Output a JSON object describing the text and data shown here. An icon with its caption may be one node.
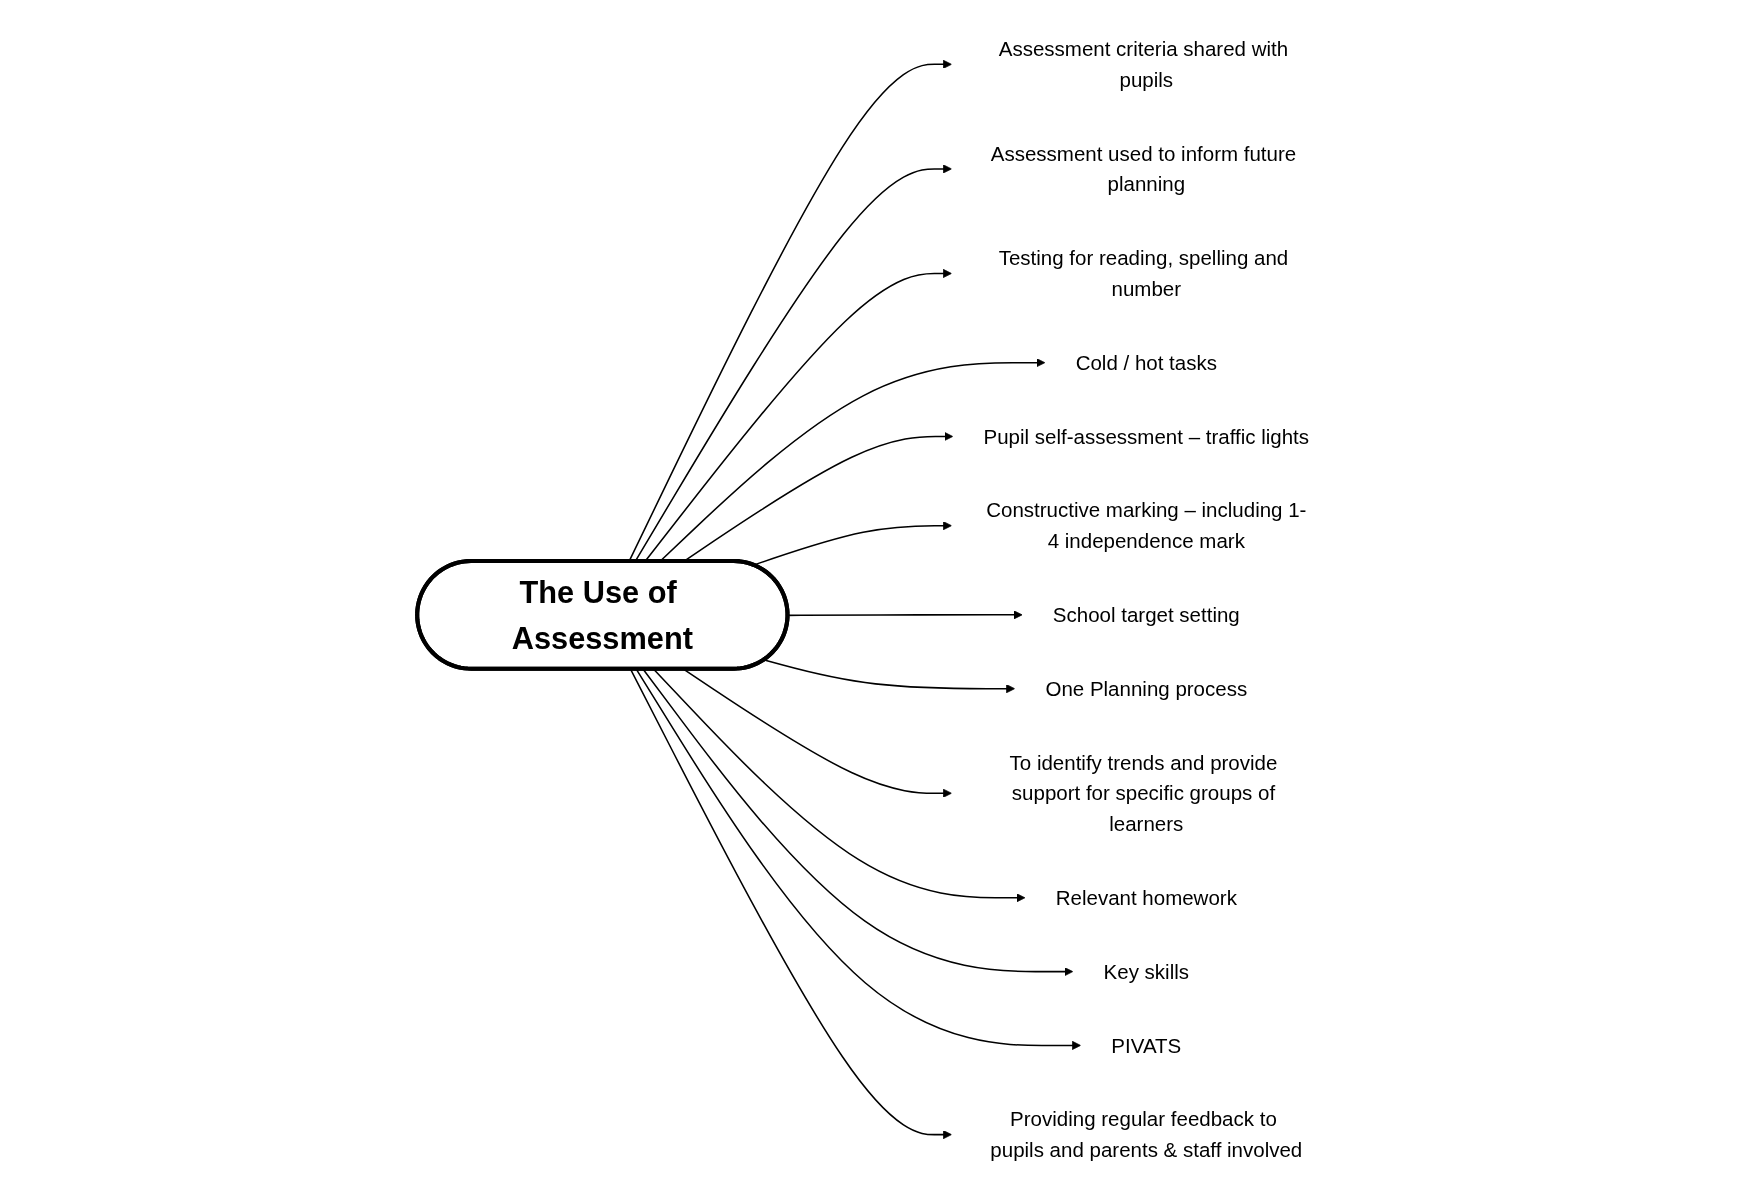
{
  "diagram": {
    "nodes": [
      {
        "text": [
          "The Use of Assessment"
        ]
      },
      {
        "text": [
          "Assessment criteria shared with pupils"
        ]
      },
      {
        "text": [
          "Assessment used to inform future planning"
        ]
      },
      {
        "text": [
          "Testing for reading, spelling and number"
        ]
      },
      {
        "text": [
          "Cold / hot tasks"
        ]
      },
      {
        "text": [
          "Pupil self-assessment – traffic lights"
        ]
      },
      {
        "text": [
          "Constructive marking – including 1-4 independence mark"
        ]
      },
      {
        "text": [
          "School target setting"
        ]
      },
      {
        "text": [
          "One Planning process"
        ]
      },
      {
        "text": [
          "To identify trends and provide support for specific groups of learners"
        ]
      },
      {
        "text": [
          "Relevant homework"
        ]
      },
      {
        "text": [
          "Key skills"
        ]
      },
      {
        "text": [
          "PIVATS"
        ]
      },
      {
        "text": [
          "Providing regular feedback to pupils and parents & staff involved"
        ]
      }
    ],
    "edges": [
      {
        "from": 0,
        "to": 1,
        "arrow": "to"
      },
      {
        "from": 0,
        "to": 2,
        "arrow": "to"
      },
      {
        "from": 0,
        "to": 3,
        "arrow": "to"
      },
      {
        "from": 0,
        "to": 4,
        "arrow": "to"
      },
      {
        "from": 0,
        "to": 5,
        "arrow": "to"
      },
      {
        "from": 0,
        "to": 6,
        "arrow": "to"
      },
      {
        "from": 0,
        "to": 7,
        "arrow": "to"
      },
      {
        "from": 0,
        "to": 8,
        "arrow": "to"
      },
      {
        "from": 0,
        "to": 9,
        "arrow": "to"
      },
      {
        "from": 0,
        "to": 10,
        "arrow": "to"
      },
      {
        "from": 0,
        "to": 11,
        "arrow": "to"
      },
      {
        "from": 0,
        "to": 12,
        "arrow": "to"
      },
      {
        "from": 0,
        "to": 13,
        "arrow": "to"
      }
    ]
  }
}
